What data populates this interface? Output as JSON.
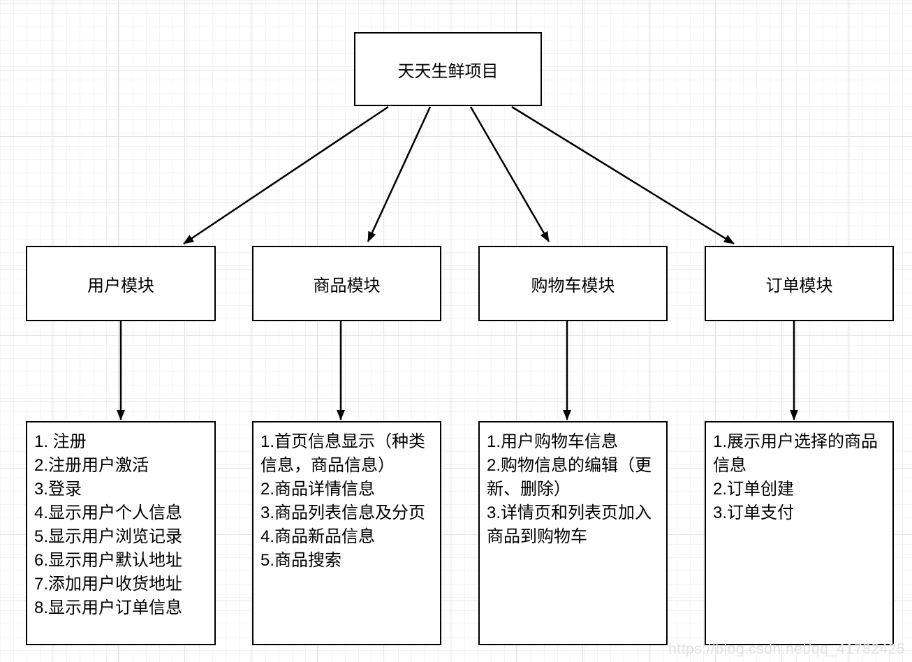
{
  "diagram": {
    "root": {
      "label": "天天生鲜项目"
    },
    "modules": [
      {
        "label": "用户模块",
        "items": [
          "1. 注册",
          "2.注册用户激活",
          "3.登录",
          "4.显示用户个人信息",
          "5.显示用户浏览记录",
          "6.显示用户默认地址",
          "7.添加用户收货地址",
          "8.显示用户订单信息"
        ]
      },
      {
        "label": "商品模块",
        "items": [
          "1.首页信息显示（种类信息，商品信息）",
          "2.商品详情信息",
          "3.商品列表信息及分页",
          "4.商品新品信息",
          "5.商品搜索"
        ]
      },
      {
        "label": "购物车模块",
        "items": [
          "1.用户购物车信息",
          "2.购物信息的编辑（更新、删除）",
          "3.详情页和列表页加入商品到购物车"
        ]
      },
      {
        "label": "订单模块",
        "items": [
          "1.展示用户选择的商品信息",
          "2.订单创建",
          "3.订单支付"
        ]
      }
    ]
  },
  "watermark": {
    "text": "https://blog.csdn.net/qq_41782425"
  },
  "colors": {
    "shape_border": "#000000",
    "shape_fill": "#ffffff",
    "text": "#000000",
    "grid_minor": "#f3f3f5",
    "grid_major": "#e4e4e8",
    "watermark": "#e2e2e5"
  }
}
